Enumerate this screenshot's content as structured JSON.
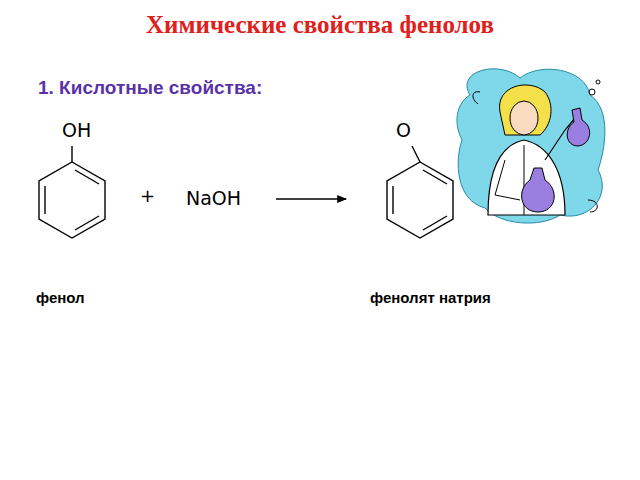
{
  "diagram": {
    "title": "Химические свойства фенолов",
    "labels": [
      "1. Кислотные свойства:",
      "OH",
      "+",
      "NaOH",
      "O",
      "фенол",
      "фенолят натрия"
    ]
  }
}
